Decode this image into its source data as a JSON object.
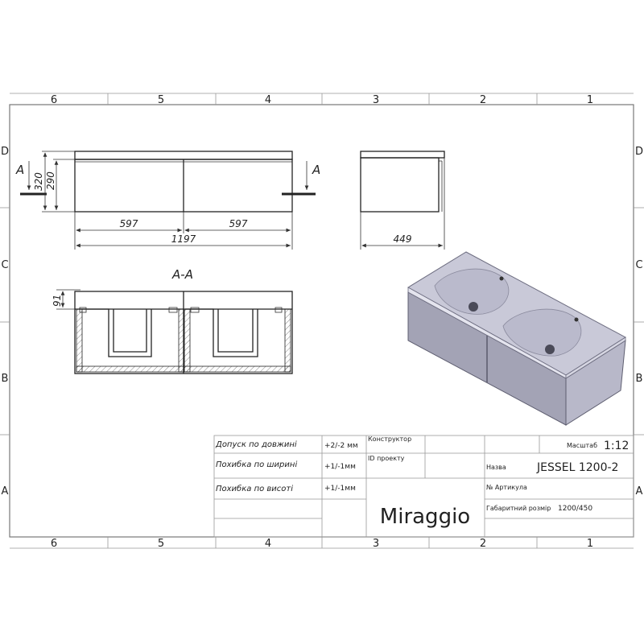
{
  "zones": {
    "columns": [
      "6",
      "5",
      "4",
      "3",
      "2",
      "1"
    ],
    "rows": [
      "D",
      "C",
      "B",
      "A"
    ]
  },
  "front_view": {
    "section_mark": "A",
    "dims": {
      "height_total": "320",
      "height_body": "290",
      "half_left": "597",
      "half_right": "597",
      "width": "1197"
    }
  },
  "side_view": {
    "depth": "449"
  },
  "section_view": {
    "title": "A-A",
    "dim_top": "91"
  },
  "title_block": {
    "rows": [
      {
        "label": "Допуск по довжині",
        "value": "+2/-2 мм"
      },
      {
        "label": "Похибка по ширині",
        "value": "+1/-1мм"
      },
      {
        "label": "Похибка по висоті",
        "value": "+1/-1мм"
      }
    ],
    "designer_label": "Конструктор",
    "project_id_label": "ID проекту",
    "scale_label": "Масштаб",
    "scale_value": "1:12",
    "name_label": "Назва",
    "name_value": "JESSEL 1200-2",
    "article_label": "№ Артикула",
    "size_label": "Габаритний розмір",
    "size_value": "1200/450",
    "brand": "Miraggio"
  },
  "colors": {
    "cabinet_fill": "#a3a3b5",
    "cabinet_top": "#c9c9d8",
    "cabinet_dark": "#7d7d91"
  }
}
